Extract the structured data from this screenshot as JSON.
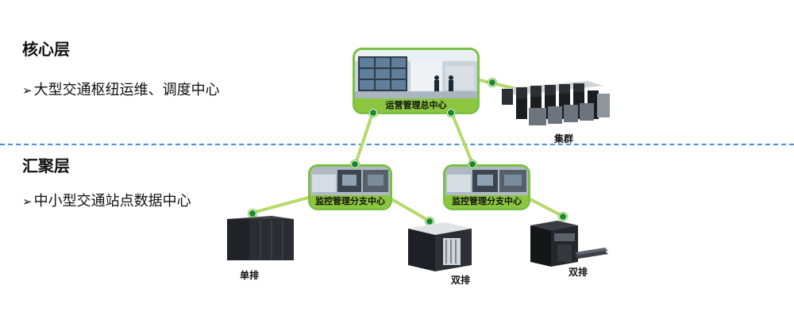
{
  "core": {
    "title": "核心层",
    "bullet": "大型交通枢纽运维、调度中心"
  },
  "aggregation": {
    "title": "汇聚层",
    "bullet": "中小型交通站点数据中心"
  },
  "nodes": {
    "ops_center": "运营管理总中心",
    "branch_left": "监控管理分支中心",
    "branch_right": "监控管理分支中心"
  },
  "devices": {
    "cluster": "集群",
    "single_row": "单排",
    "double_row_left": "双排",
    "double_row_right": "双排"
  },
  "colors": {
    "link": "#b7d96b",
    "accent_green": "#8cc63f",
    "divider": "#4a8fd8"
  },
  "icons": {
    "bullet": "arrow-bullet-icon"
  }
}
